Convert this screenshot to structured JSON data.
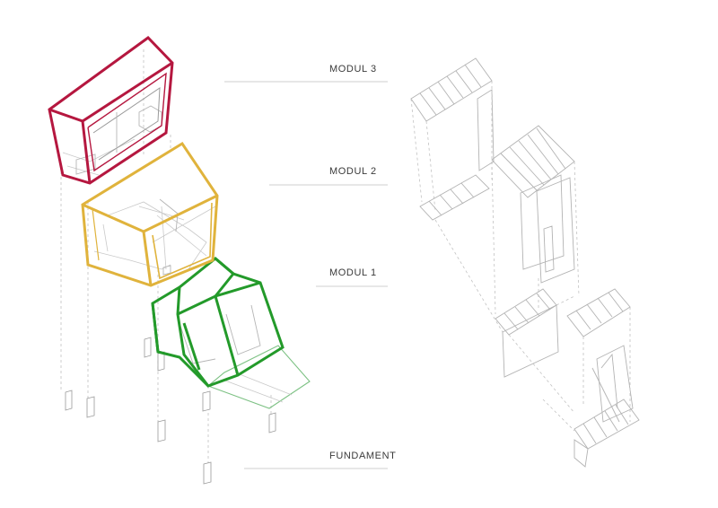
{
  "labels": {
    "modul3": "MODUL 3",
    "modul2": "MODUL 2",
    "modul1": "MODUL 1",
    "fundament": "FUNDAMENT"
  },
  "colors": {
    "modul3": "#b5173f",
    "modul2": "#e0b33c",
    "modul1": "#239a2a",
    "lines": "#c4c4c4"
  }
}
